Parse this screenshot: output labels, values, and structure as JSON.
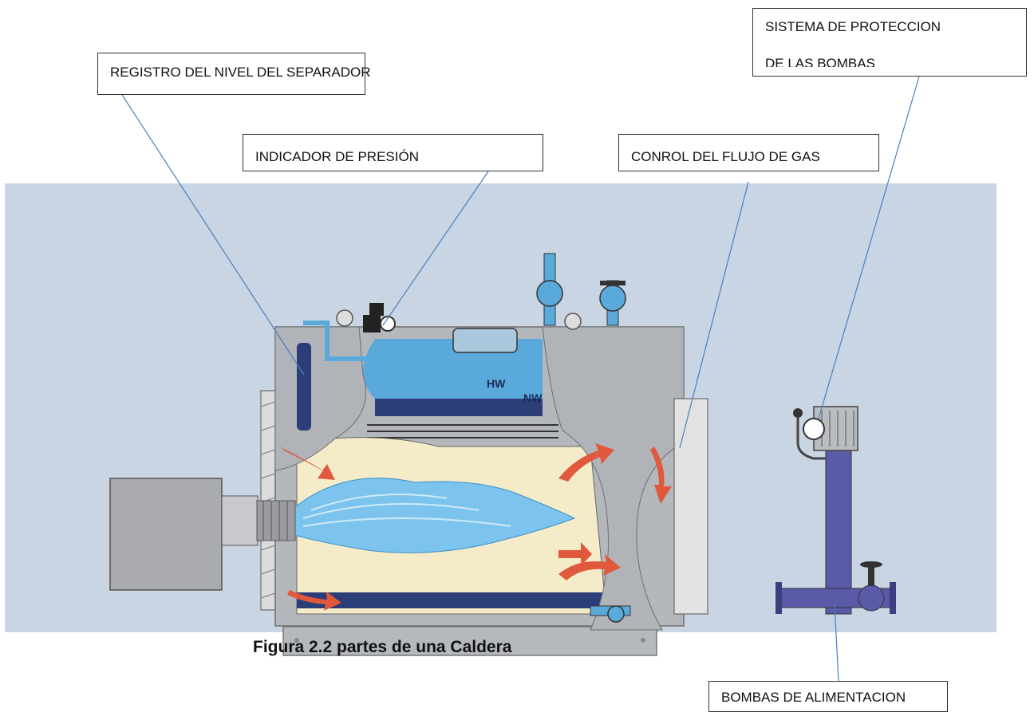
{
  "labels": {
    "registro": "REGISTRO DEL NIVEL DEL SEPARADOR",
    "indicador": "INDICADOR DE PRESIÓN",
    "conrol": "CONROL DEL FLUJO DE GAS",
    "sistema_line1": "SISTEMA DE PROTECCION",
    "sistema_line2": "DE LAS BOMBAS",
    "bombas": "BOMBAS DE ALIMENTACION"
  },
  "diagram_marks": {
    "hw": "HW",
    "nw": "NW"
  },
  "caption": "Figura 2.2 partes de una Caldera",
  "colors": {
    "panel": "#c9d5e2",
    "shell": "#b4b7bb",
    "water": "#5aa9db",
    "flame": "#7cc4ee",
    "combustion_chamber": "#f4ecc8",
    "arrow": "#e0593d",
    "pump": "#5a5aa8",
    "leader_line": "#4a7fc0"
  }
}
